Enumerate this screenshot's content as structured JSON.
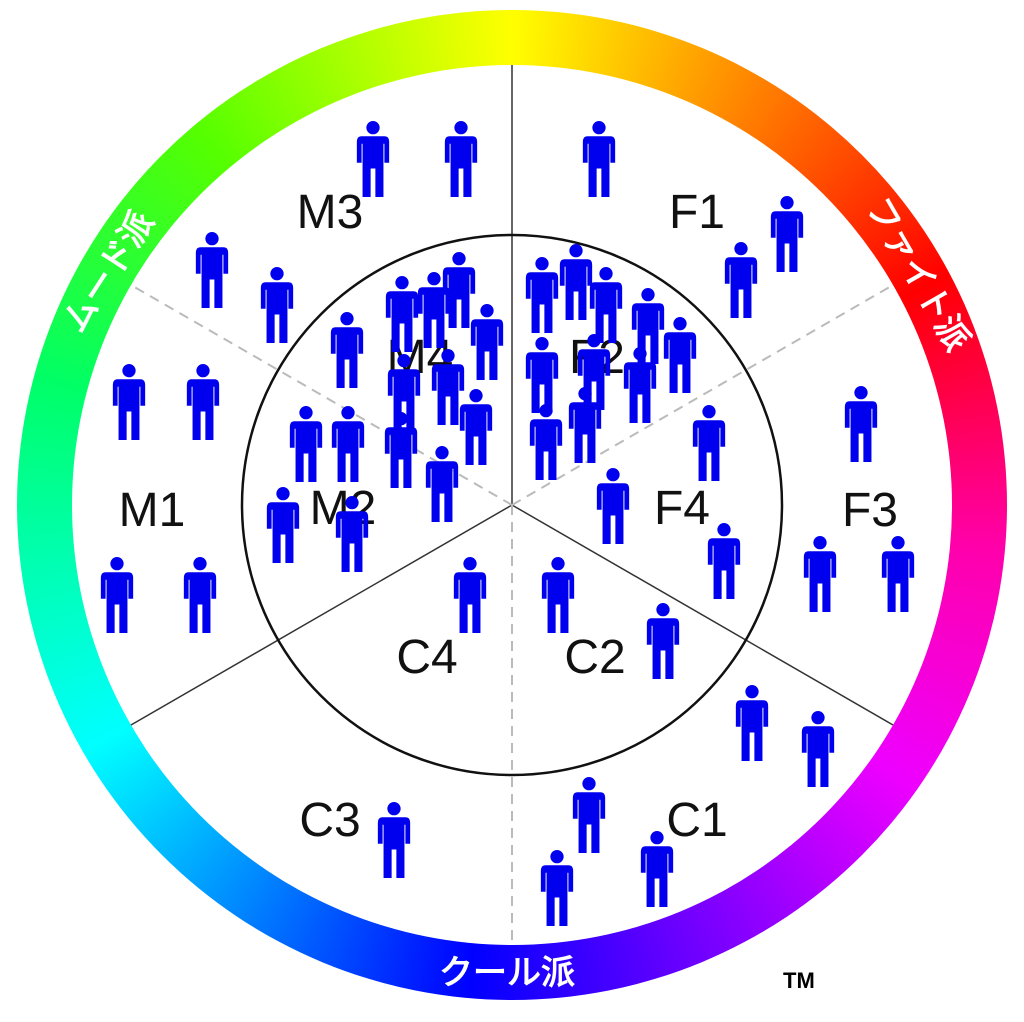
{
  "ring_labels": {
    "mood": "ムード派",
    "fight": "ファイト派",
    "cool": "クール派"
  },
  "segments": {
    "outer": [
      "M3",
      "F1",
      "M1",
      "F3",
      "C3",
      "C1"
    ],
    "inner": [
      "M4",
      "F2",
      "M2",
      "F4",
      "C4",
      "C2"
    ]
  },
  "trademark": "TM",
  "colors": {
    "person": "#0000ee",
    "ring_top": "#ffff00",
    "ring_right": "#ff0000",
    "ring_bottom": "#0000ff",
    "ring_left": "#00ff66"
  },
  "icon": "person-icon"
}
